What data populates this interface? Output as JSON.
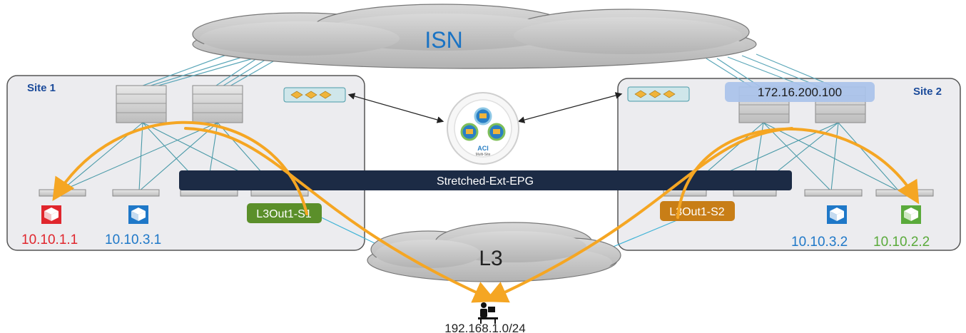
{
  "isn": {
    "label": "ISN"
  },
  "site1": {
    "label": "Site 1"
  },
  "site2": {
    "label": "Site 2",
    "ip_badge": "172.16.200.100"
  },
  "msc": {
    "label": "ACI",
    "sublabel": "Multi-Site"
  },
  "ext_epg": {
    "label": "Stretched-Ext-EPG"
  },
  "l3out_s1": {
    "label": "L3Out1-S1"
  },
  "l3out_s2": {
    "label": "L3Out1-S2"
  },
  "l3_cloud": {
    "label": "L3"
  },
  "endpoints": {
    "ep_10_10_1_1": "10.10.1.1",
    "ep_10_10_3_1": "10.10.3.1",
    "ep_10_10_3_2": "10.10.3.2",
    "ep_10_10_2_2": "10.10.2.2"
  },
  "external_subnet": {
    "label": "192.168.1.0/24"
  },
  "colors": {
    "arrow_orange": "#f5a623",
    "site_bg": "#ececef",
    "epg_bar": "#1c2b45",
    "l3out_s1": "#5b8f2a",
    "l3out_s2": "#c87e17",
    "ip_red": "#e0262d",
    "ip_blue": "#1f78c8",
    "ip_green": "#5aaa3b",
    "isn_text": "#1a73c4",
    "badge_bg": "#a9c2ea"
  }
}
